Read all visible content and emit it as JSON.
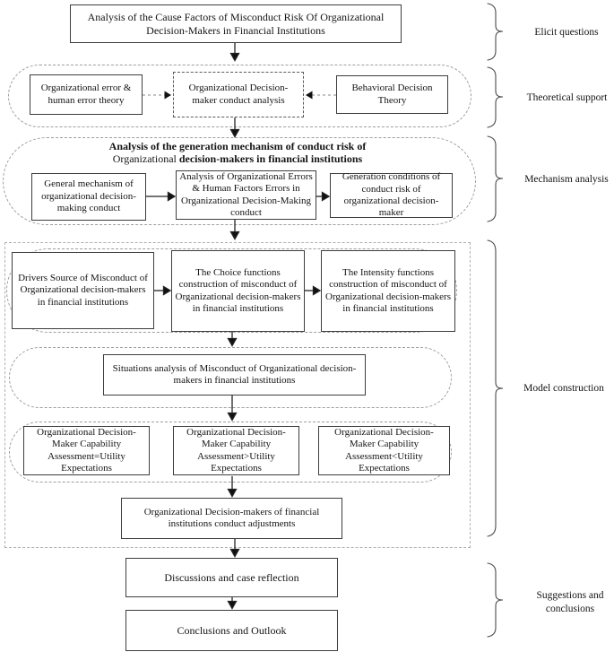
{
  "palette": {
    "box_border": "#3d3d3d",
    "dashed_container": "#9e9e9e",
    "arrow": "#111111",
    "text": "#141414",
    "background": "#ffffff"
  },
  "sections": {
    "elicit": {
      "box": "Analysis of the Cause Factors of Misconduct Risk Of Organizational Decision-Makers in Financial Institutions",
      "brace_label": "Elicit questions"
    },
    "theoretical": {
      "left_box": "Organizational error & human error theory",
      "center_box": "Organizational Decision-maker conduct analysis",
      "right_box": "Behavioral Decision Theory",
      "brace_label": "Theoretical support"
    },
    "mechanism": {
      "title_line1": "Analysis of the generation mechanism of conduct risk of",
      "title_line2_regular": "Organizational",
      "title_line2_bold": "decision-makers in financial institutions",
      "box1": "General mechanism of organizational decision-making conduct",
      "box2": "Analysis of Organizational Errors & Human Factors Errors in Organizational Decision-Making conduct",
      "box3": "Generation conditions of conduct risk of organizational decision-maker",
      "brace_label": "Mechanism analysis"
    },
    "model": {
      "row1_box1": "Drivers Source of Misconduct of Organizational decision-makers in financial institutions",
      "row1_box2": "The Choice functions construction of misconduct of Organizational decision-makers in financial institutions",
      "row1_box3": "The Intensity functions construction of misconduct of Organizational decision-makers in financial institutions",
      "situations_box": "Situations analysis of Misconduct of Organizational decision-makers in financial institutions",
      "capability_box1": "Organizational Decision-Maker Capability Assessment=Utility Expectations",
      "capability_box2": "Organizational Decision-Maker Capability Assessment>Utility Expectations",
      "capability_box3": "Organizational Decision-Maker Capability Assessment<Utility Expectations",
      "adjustments_box": "Organizational Decision-makers of financial institutions conduct adjustments",
      "brace_label": "Model construction"
    },
    "suggestions": {
      "discussions_box": "Discussions and case reflection",
      "conclusions_box": "Conclusions and Outlook",
      "brace_label": "Suggestions and conclusions"
    }
  }
}
